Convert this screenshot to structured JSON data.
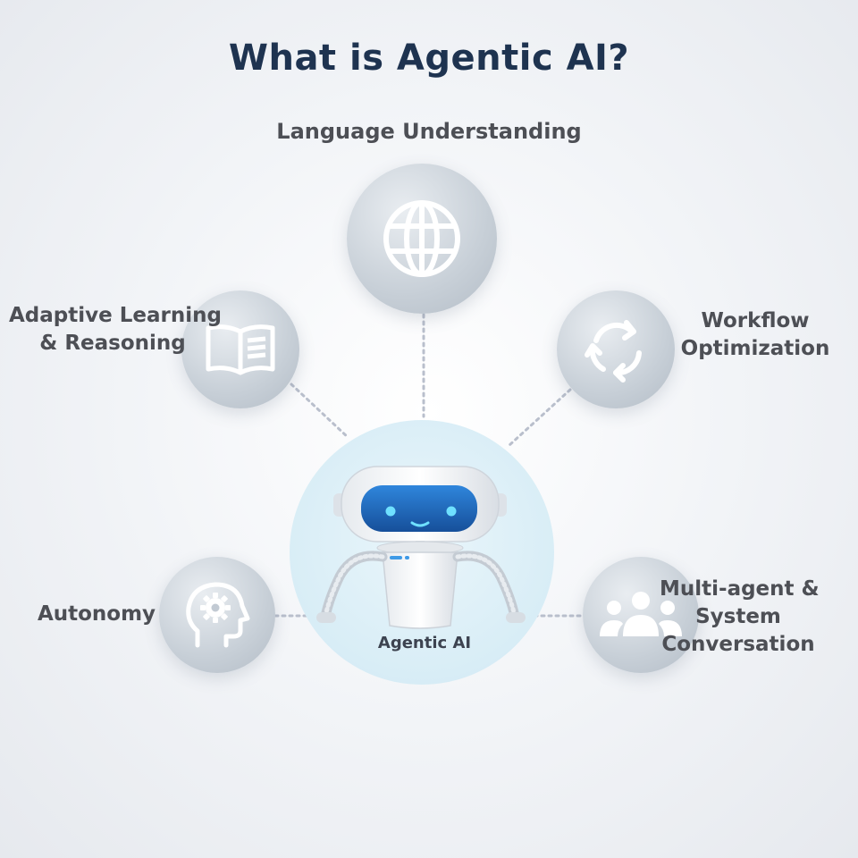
{
  "title": "What is Agentic AI?",
  "center": {
    "label": "Agentic AI",
    "icon": "robot-icon"
  },
  "nodes": {
    "language": {
      "label": "Language Understanding",
      "icon": "globe-icon"
    },
    "adaptive": {
      "line1": "Adaptive Learning",
      "line2": "& Reasoning",
      "icon": "book-icon"
    },
    "workflow": {
      "line1": "Workflow",
      "line2": "Optimization",
      "icon": "refresh-cycle-icon"
    },
    "autonomy": {
      "label": "Autonomy",
      "icon": "head-gear-icon"
    },
    "multiagent": {
      "line1": "Multi-agent &",
      "line2": "System",
      "line3": "Conversation",
      "icon": "people-group-icon"
    }
  },
  "colors": {
    "title": "#1e3350",
    "label": "#4d4f55",
    "node": "#c7cfd7",
    "center_disc": "#d8edf6",
    "robot_visor": "#1a6cc4",
    "connector": "#b9bfcc"
  }
}
